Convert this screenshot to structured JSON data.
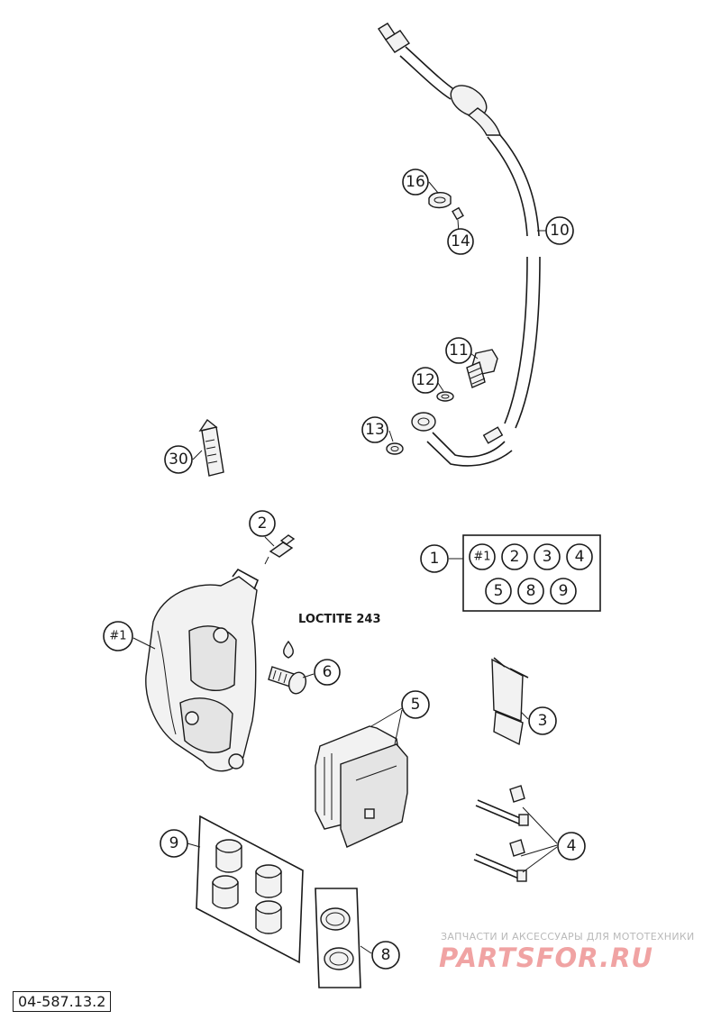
{
  "callouts": {
    "c16": "16",
    "c14": "14",
    "c10": "10",
    "c11": "11",
    "c12": "12",
    "c13": "13",
    "c30": "30",
    "c2": "2",
    "c1": "1",
    "c_kit_h1": "#1",
    "c_kit_2": "2",
    "c_kit_3": "3",
    "c_kit_4": "4",
    "c_kit_5": "5",
    "c_kit_8": "8",
    "c_kit_9": "9",
    "c_h1": "#1",
    "c6": "6",
    "c5": "5",
    "c3": "3",
    "c9": "9",
    "c4": "4",
    "c8": "8"
  },
  "loctite_label": "LOCTITE 243",
  "drawing_code": "04-587.13.2",
  "watermark": {
    "tagline": "ЗАПЧАСТИ И АКСЕССУАРЫ ДЛЯ МОТОТЕХНИКИ",
    "logo": "PARTSFOR.RU"
  },
  "colors": {
    "line": "#1a1a1a",
    "watermark_logo": "#f0a3a3",
    "watermark_text": "#b9b9b9"
  }
}
